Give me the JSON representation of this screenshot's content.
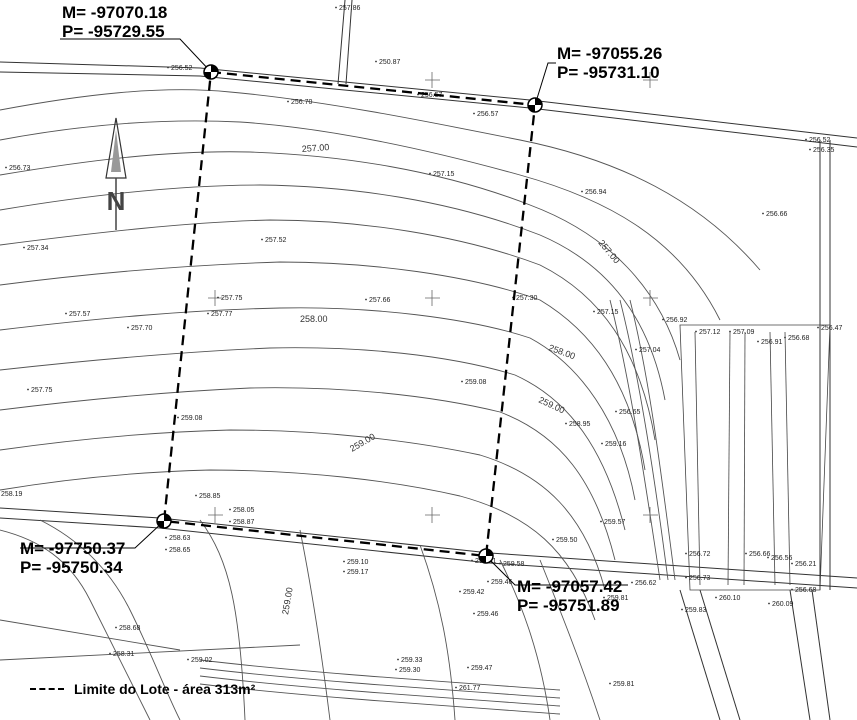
{
  "corners": [
    {
      "id": "nw",
      "m_line": "M= -97070.18",
      "p_line": "P= -95729.55"
    },
    {
      "id": "ne",
      "m_line": "M= -97055.26",
      "p_line": "P= -95731.10"
    },
    {
      "id": "sw",
      "m_line": "M= -97750.37",
      "p_line": "P= -95750.34"
    },
    {
      "id": "se",
      "m_line": "M= -97057.42",
      "p_line": "P= -95751.89"
    }
  ],
  "legend": {
    "label": "Limite do Lote - área 313m²"
  },
  "north_arrow": {
    "letter": "N"
  },
  "contour_labels": [
    "257.00",
    "257.00",
    "258.00",
    "258.00",
    "259.00",
    "259.00",
    "259.00"
  ],
  "spot_elevations": [
    "250.87",
    "256.52",
    "256.70",
    "256.57",
    "256.73",
    "256.35",
    "257.15",
    "256.94",
    "256.66",
    "257.34",
    "257.52",
    "257.75",
    "257.77",
    "257.66",
    "257.30",
    "257.15",
    "257.57",
    "257.70",
    "256.92",
    "257.12",
    "257.09",
    "256.91",
    "256.68",
    "256.47",
    "257.04",
    "257.75",
    "259.08",
    "256.65",
    "258.95",
    "259.16",
    "259.08",
    "258.19",
    "258.85",
    "258.05",
    "258.87",
    "258.63",
    "258.65",
    "259.57",
    "259.50",
    "259.10",
    "259.17",
    "259.58",
    "259.41",
    "259.46",
    "259.42",
    "259.46",
    "256.72",
    "256.73",
    "256.66",
    "256.56",
    "256.21",
    "256.68",
    "260.10",
    "260.09",
    "259.81",
    "259.83",
    "258.68",
    "258.31",
    "259.02",
    "259.33",
    "259.30",
    "259.47",
    "259.81",
    "261.77",
    "256.52",
    "256.57",
    "257.86",
    "256.62"
  ]
}
